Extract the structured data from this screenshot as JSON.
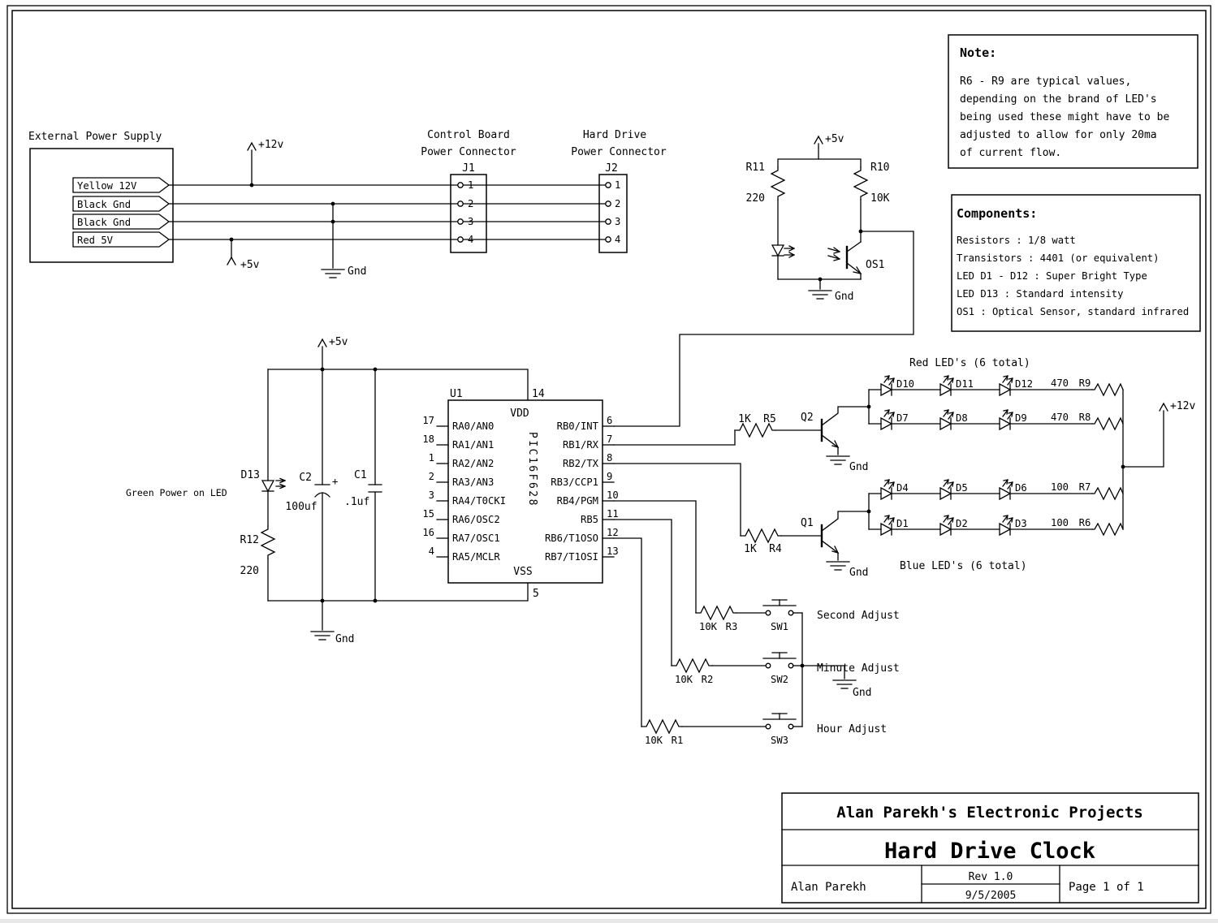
{
  "labels": {
    "p12v": "+12v",
    "p5v": "+5v",
    "gnd": "Gnd"
  },
  "power_supply": {
    "title": "External Power Supply",
    "wire_labels": [
      "Yellow 12V",
      "Black Gnd",
      "Black Gnd",
      "Red 5V"
    ]
  },
  "connectors": {
    "j1": {
      "title_line1": "Control Board",
      "title_line2": "Power Connector",
      "ref": "J1",
      "pins": [
        "1",
        "2",
        "3",
        "4"
      ]
    },
    "j2": {
      "title_line1": "Hard Drive",
      "title_line2": "Power Connector",
      "ref": "J2",
      "pins": [
        "1",
        "2",
        "3",
        "4"
      ]
    }
  },
  "optical": {
    "r11_ref": "R11",
    "r11_value": "220",
    "r10_ref": "R10",
    "r10_value": "10K",
    "os1_ref": "OS1"
  },
  "ic": {
    "ref": "U1",
    "part": "PIC16F628",
    "vdd_label": "VDD",
    "vdd_pin": "14",
    "vss_label": "VSS",
    "vss_pin": "5",
    "left_pins": [
      {
        "num": "17",
        "label": "RA0/AN0"
      },
      {
        "num": "18",
        "label": "RA1/AN1"
      },
      {
        "num": "1",
        "label": "RA2/AN2"
      },
      {
        "num": "2",
        "label": "RA3/AN3"
      },
      {
        "num": "3",
        "label": "RA4/T0CKI"
      },
      {
        "num": "15",
        "label": "RA6/OSC2"
      },
      {
        "num": "16",
        "label": "RA7/OSC1"
      },
      {
        "num": "4",
        "label": "RA5/MCLR"
      }
    ],
    "right_pins": [
      {
        "num": "6",
        "label": "RB0/INT"
      },
      {
        "num": "7",
        "label": "RB1/RX"
      },
      {
        "num": "8",
        "label": "RB2/TX"
      },
      {
        "num": "9",
        "label": "RB3/CCP1"
      },
      {
        "num": "10",
        "label": "RB4/PGM"
      },
      {
        "num": "11",
        "label": "RB5"
      },
      {
        "num": "12",
        "label": "RB6/T1OSO"
      },
      {
        "num": "13",
        "label": "RB7/T1OSI"
      }
    ]
  },
  "analog": {
    "caption": "Green Power on LED",
    "d13_ref": "D13",
    "r12_ref": "R12",
    "r12_value": "220",
    "c2_ref": "C2",
    "c2_value": "100uf",
    "c2_plus": "+",
    "c1_ref": "C1",
    "c1_value": ".1uf"
  },
  "led_arrays": {
    "red_caption": "Red LED's (6 total)",
    "blue_caption": "Blue LED's (6 total)",
    "rows": [
      {
        "leds": [
          "D10",
          "D11",
          "D12"
        ],
        "value": "470",
        "ref": "R9"
      },
      {
        "leds": [
          "D7",
          "D8",
          "D9"
        ],
        "value": "470",
        "ref": "R8"
      },
      {
        "leds": [
          "D4",
          "D5",
          "D6"
        ],
        "value": "100",
        "ref": "R7"
      },
      {
        "leds": [
          "D1",
          "D2",
          "D3"
        ],
        "value": "100",
        "ref": "R6"
      }
    ],
    "q2_ref": "Q2",
    "q2_r_value": "1K",
    "q2_r_ref": "R5",
    "q1_ref": "Q1",
    "q1_r_value": "1K",
    "q1_r_ref": "R4"
  },
  "switches": [
    {
      "r_value": "10K",
      "r_ref": "R3",
      "sw_ref": "SW1",
      "caption": "Second Adjust"
    },
    {
      "r_value": "10K",
      "r_ref": "R2",
      "sw_ref": "SW2",
      "caption": "Minute Adjust"
    },
    {
      "r_value": "10K",
      "r_ref": "R1",
      "sw_ref": "SW3",
      "caption": "Hour Adjust"
    }
  ],
  "note": {
    "heading": "Note:",
    "lines": [
      "R6 - R9 are typical values,",
      "depending on the brand of LED's",
      "being used these might have to be",
      "adjusted to allow for only 20ma",
      "of current flow."
    ]
  },
  "components": {
    "heading": "Components:",
    "lines": [
      "Resistors : 1/8 watt",
      "Transistors : 4401 (or equivalent)",
      "LED D1 - D12 : Super Bright Type",
      "LED D13 : Standard intensity",
      "OS1 : Optical Sensor, standard infrared"
    ]
  },
  "title_block": {
    "company": "Alan Parekh's Electronic Projects",
    "title": "Hard Drive Clock",
    "author": "Alan Parekh",
    "rev": "Rev 1.0",
    "date": "9/5/2005",
    "page": "Page 1 of 1"
  }
}
